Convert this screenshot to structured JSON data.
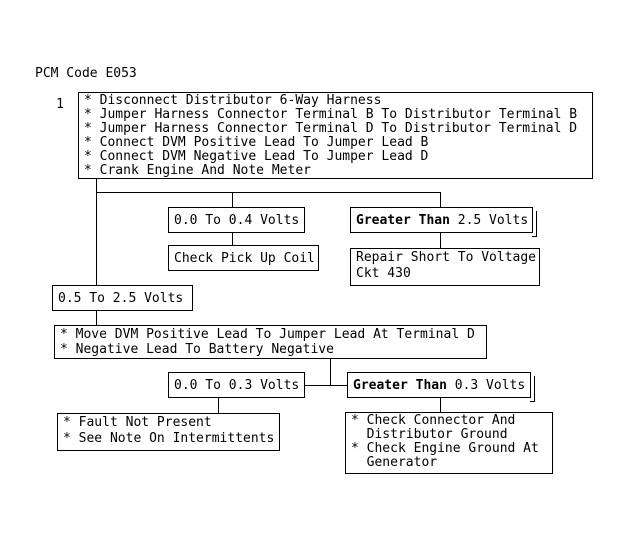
{
  "title": "PCM Code E053",
  "colors": {
    "background": "#ffffff",
    "line": "#000000",
    "text": "#000000"
  },
  "flowchart": {
    "step_label": "1",
    "boxes": {
      "instructions": {
        "text": "* Disconnect Distributor 6-Way Harness\n* Jumper Harness Connector Terminal B To Distributor Terminal B\n* Jumper Harness Connector Terminal D To Distributor Terminal D\n* Connect DVM Positive Lead To Jumper Lead B\n* Connect DVM Negative Lead To Jumper Lead D\n* Crank Engine And Note Meter"
      },
      "reading_low_1": {
        "label": "0.0 To 0.4 Volts"
      },
      "reading_high_1": {
        "bold": "Greater Than",
        "rest": " 2.5 Volts"
      },
      "check_pickup_coil": {
        "label": "Check Pick Up Coil"
      },
      "repair_short": {
        "text": "Repair Short To Voltage\nCkt 430"
      },
      "reading_mid": {
        "label": "0.5 To 2.5 Volts"
      },
      "move_dvm": {
        "text": "* Move DVM Positive Lead To Jumper Lead At Terminal D\n* Negative Lead To Battery Negative"
      },
      "reading_low_2": {
        "label": "0.0 To 0.3 Volts"
      },
      "reading_high_2": {
        "bold": "Greater Than",
        "rest": " 0.3 Volts"
      },
      "fault_not_present": {
        "text": "* Fault Not Present\n* See Note On Intermittents"
      },
      "check_ground": {
        "text": "* Check Connector And\n  Distributor Ground\n* Check Engine Ground At\n  Generator"
      }
    }
  }
}
